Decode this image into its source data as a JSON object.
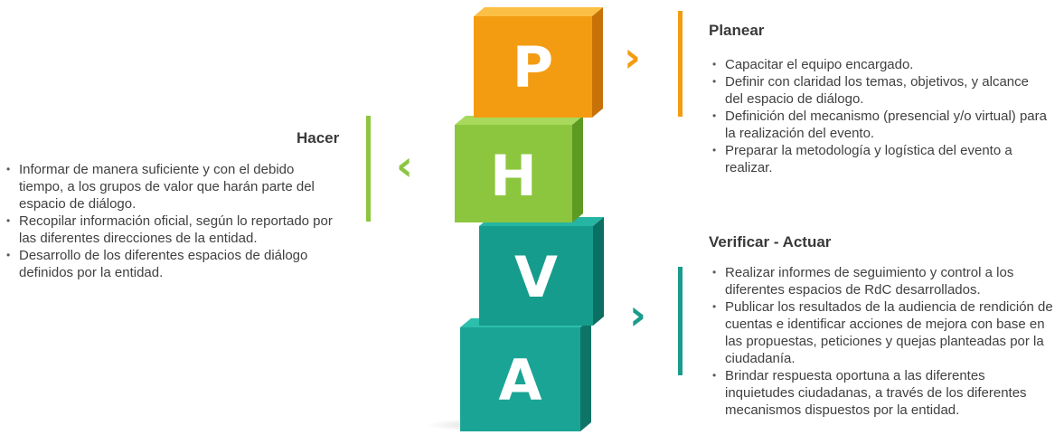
{
  "cubes": {
    "p": "P",
    "h": "H",
    "v": "V",
    "a": "A"
  },
  "colors": {
    "planear": "#f39c12",
    "hacer": "#8cc63e",
    "verificar": "#1a9c8c",
    "text": "#404040"
  },
  "planear": {
    "title": "Planear",
    "items": [
      "Capacitar el equipo encargado.",
      "Definir con claridad los temas, objetivos, y alcance del espacio de diálogo.",
      "Definición del mecanismo (presencial y/o virtual) para la realización del evento.",
      "Preparar la metodología y logística del evento a realizar."
    ]
  },
  "hacer": {
    "title": "Hacer",
    "items": [
      "Informar de manera suficiente y con el debido tiempo, a los grupos de valor que harán parte del espacio de diálogo.",
      "Recopilar información oficial, según lo reportado por las diferentes direcciones de la entidad.",
      "Desarrollo de los diferentes espacios de diálogo definidos por la entidad."
    ]
  },
  "verificar": {
    "title": "Verificar - Actuar",
    "items": [
      "Realizar informes de seguimiento y control a los diferentes espacios de RdC desarrollados.",
      "Publicar los resultados de la audiencia de rendición de cuentas e identificar acciones de mejora con base en las propuestas, peticiones y quejas planteadas por la ciudadanía.",
      "Brindar respuesta oportuna a las diferentes inquietudes ciudadanas, a través de los diferentes mecanismos dispuestos por la entidad."
    ]
  },
  "chevrons": {
    "right": "›",
    "left": "‹"
  }
}
